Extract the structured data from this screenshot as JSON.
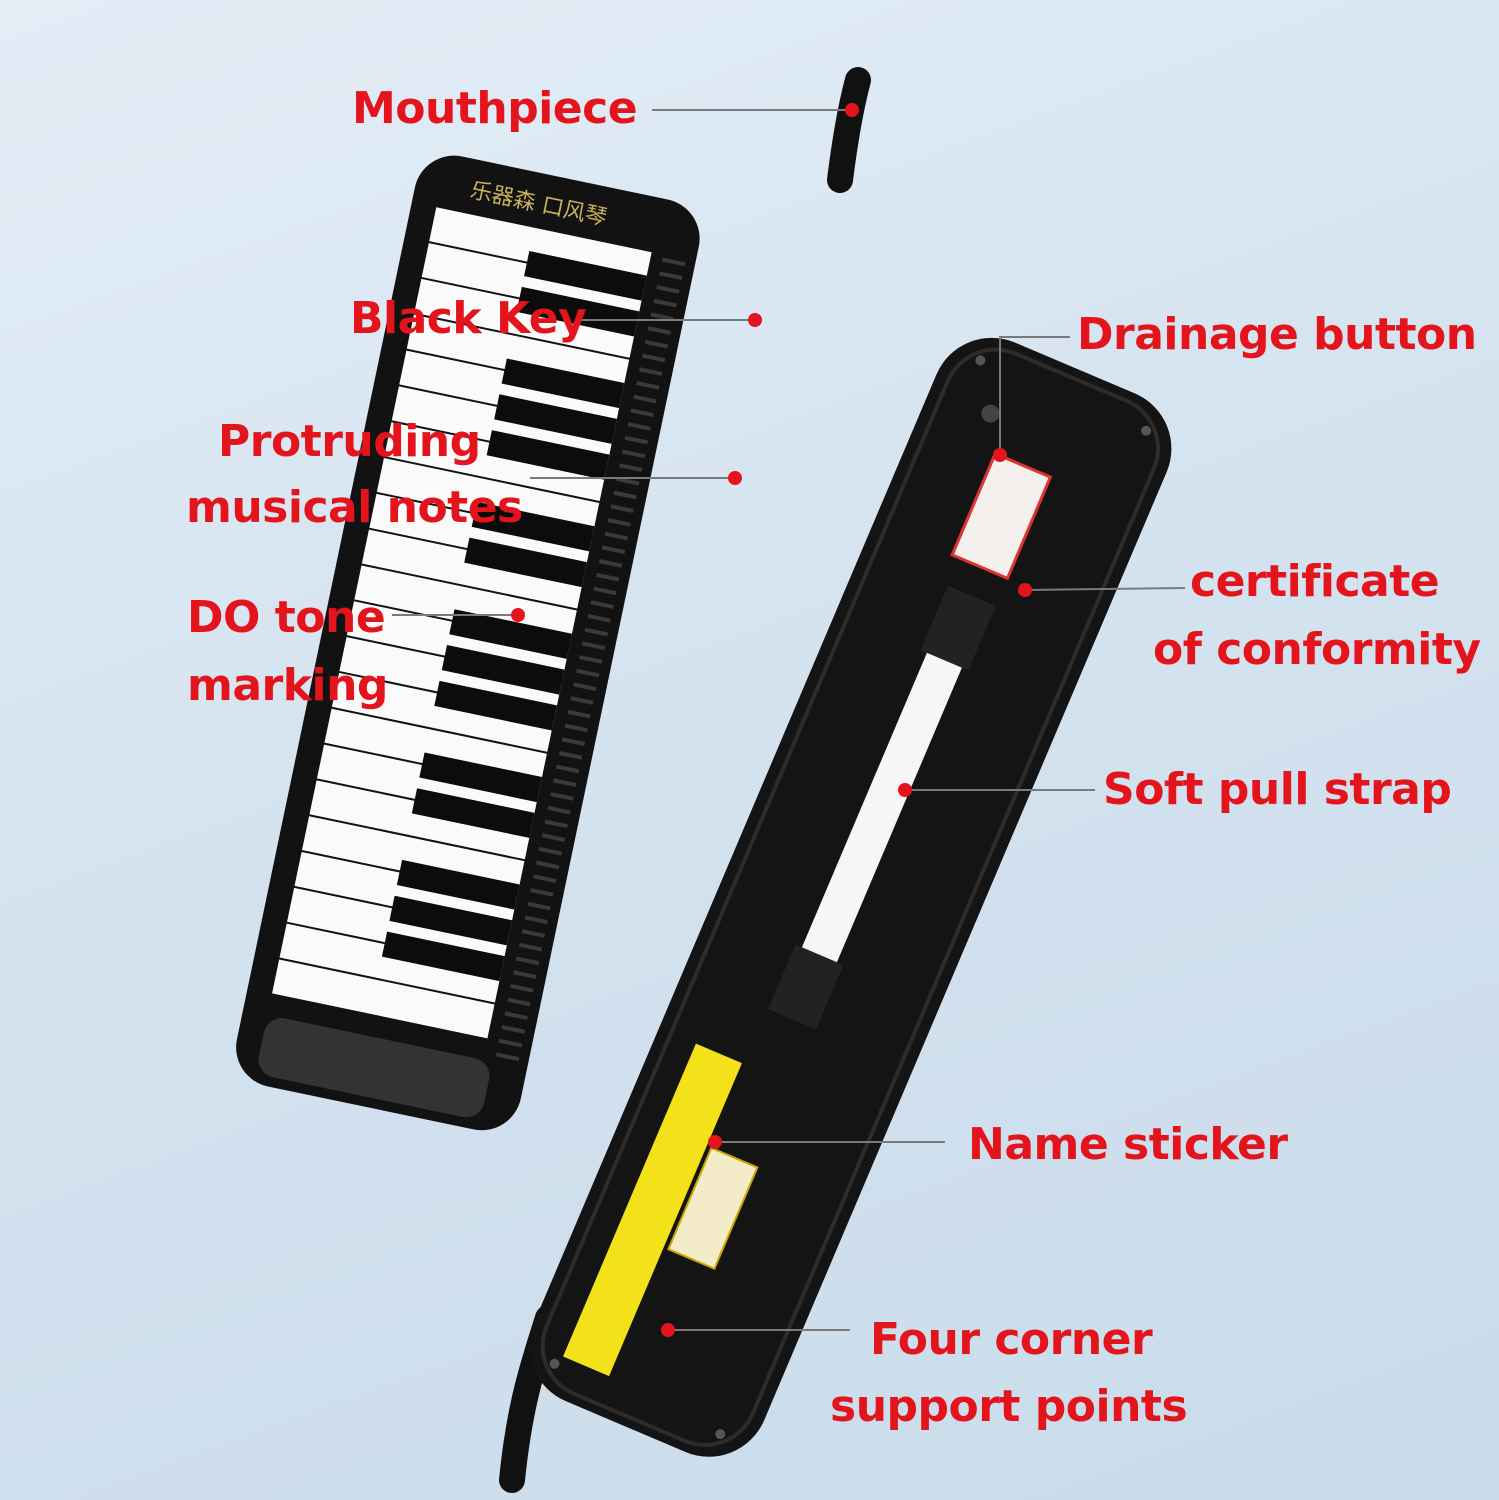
{
  "labels": {
    "mouthpiece": "Mouthpiece",
    "black_key": "Black Key",
    "protruding_line1": "Protruding",
    "protruding_line2": "musical notes",
    "do_tone_line1": "DO tone",
    "do_tone_line2": "marking",
    "drainage_button": "Drainage button",
    "certificate_line1": "certificate",
    "certificate_line2": "of conformity",
    "soft_pull_strap": "Soft pull strap",
    "name_sticker": "Name sticker",
    "four_corner_line1": "Four corner",
    "four_corner_line2": "support points"
  },
  "colors": {
    "label": "#e3141b",
    "body": "#151515",
    "background": "#d6e4f0",
    "sticker": "#f3e21a"
  },
  "brand_logo": "乐器森 口风琴"
}
